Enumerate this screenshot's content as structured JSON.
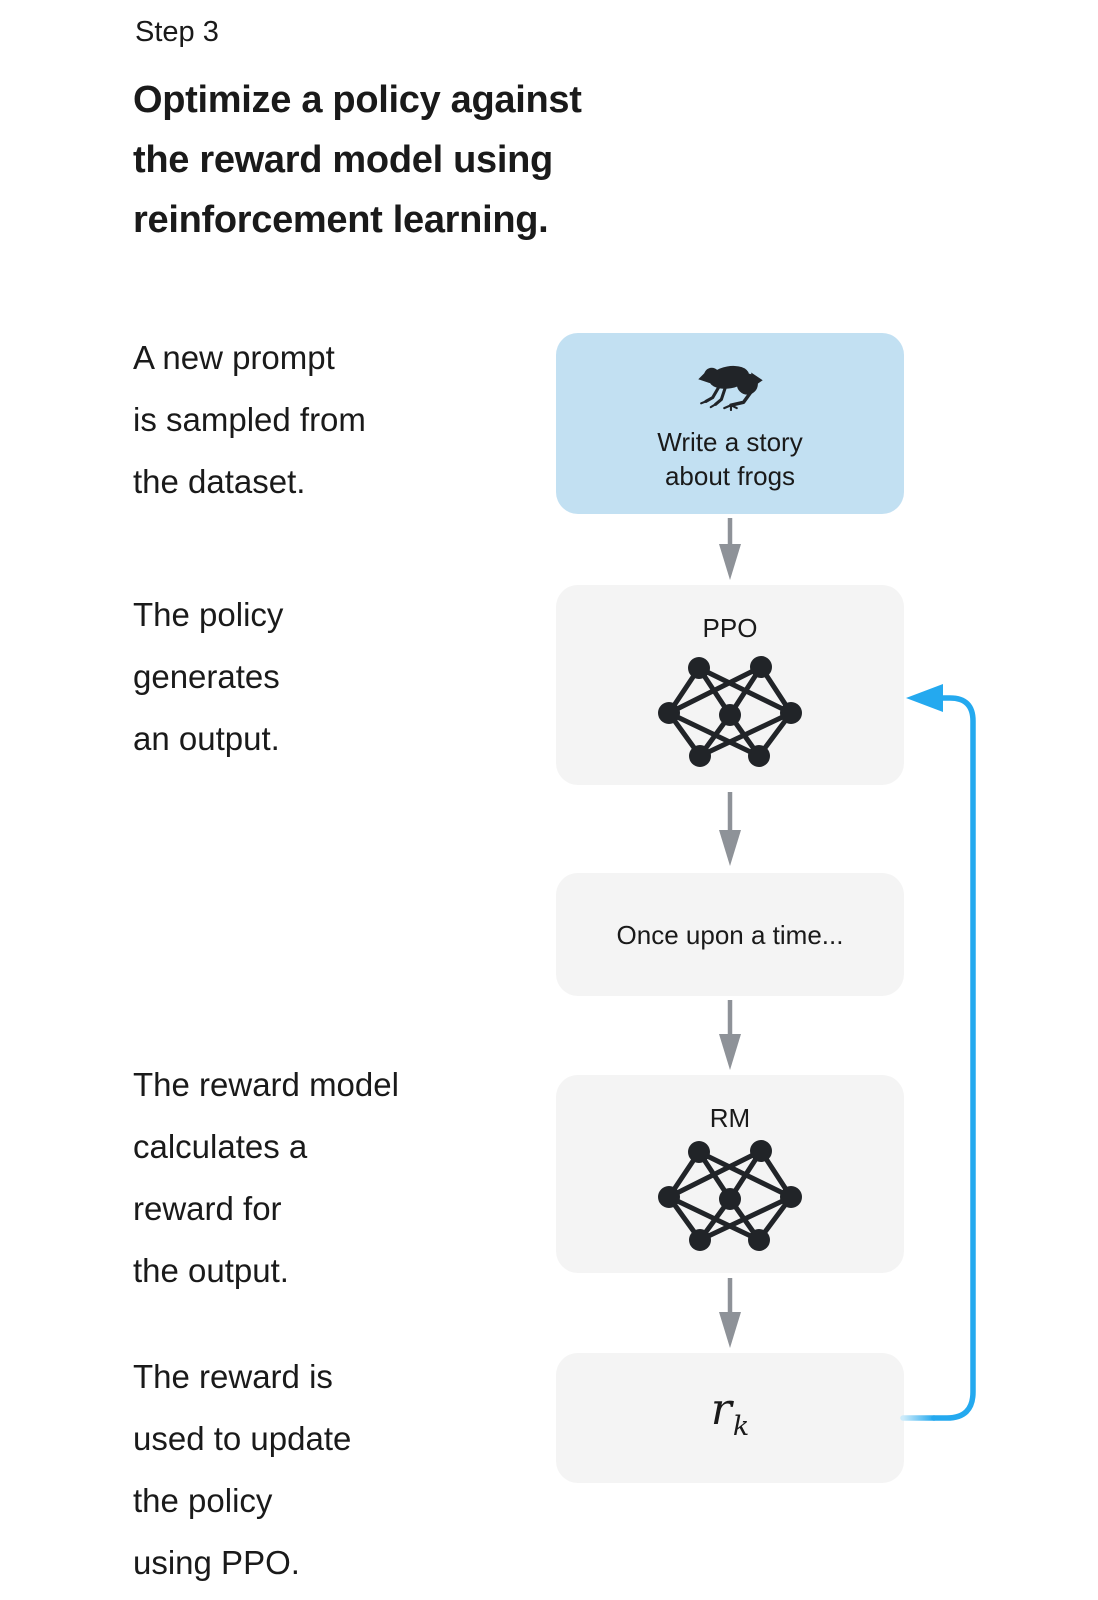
{
  "colors": {
    "text": "#1a1a1a",
    "prompt_box_bg": "#c2e0f2",
    "panel_bg": "#f4f4f4",
    "arrow_gray": "#8e9298",
    "feedback_blue": "#24a9ef",
    "feedback_blue_fade": "#cdebfa",
    "icon_black": "#212428"
  },
  "step": {
    "label": "Step 3"
  },
  "title": {
    "lines": [
      "Optimize a policy against",
      "the reward model using",
      "reinforcement learning."
    ]
  },
  "annotations": [
    {
      "lines": [
        "A new prompt",
        "is sampled from",
        "the dataset."
      ]
    },
    {
      "lines": [
        "The policy",
        "generates",
        "an output."
      ]
    },
    {
      "lines": [
        "The reward model",
        "calculates a",
        "reward for",
        "the output."
      ]
    },
    {
      "lines": [
        "The reward is",
        "used to update",
        "the policy",
        "using PPO."
      ]
    }
  ],
  "flow": {
    "prompt_box": {
      "icon": "frog-icon",
      "lines": [
        "Write a story",
        "about frogs"
      ]
    },
    "policy_box": {
      "label": "PPO",
      "icon": "neural-network-icon"
    },
    "output_box": {
      "label": "Once upon a time..."
    },
    "reward_model_box": {
      "label": "RM",
      "icon": "neural-network-icon"
    },
    "reward_box": {
      "var": "r",
      "sub": "k"
    }
  }
}
